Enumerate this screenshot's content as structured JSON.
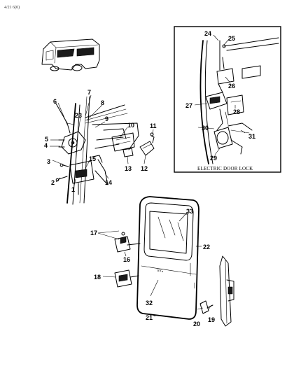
{
  "page": {
    "corner_code": "4/21 6(0)"
  },
  "inset": {
    "caption": "ELECTRIC DOOR LOCK"
  },
  "callouts": {
    "c1": "1",
    "c2": "2",
    "c3": "3",
    "c4": "4",
    "c5": "5",
    "c6": "6",
    "c7": "7",
    "c8": "8",
    "c9": "9",
    "c10": "10",
    "c11": "11",
    "c12": "12",
    "c13": "13",
    "c14": "14",
    "c15": "15",
    "c16": "16",
    "c17": "17",
    "c18": "18",
    "c19": "19",
    "c20": "20",
    "c21": "21",
    "c22": "22",
    "c23": "23",
    "c24": "24",
    "c25": "25",
    "c26": "26",
    "c27": "27",
    "c28": "28",
    "c29": "29",
    "c30": "30",
    "c31": "31",
    "c32": "32",
    "c33": "33"
  }
}
